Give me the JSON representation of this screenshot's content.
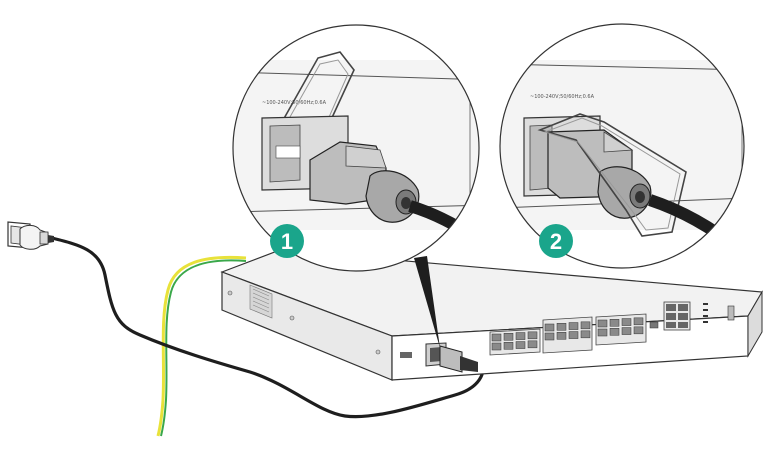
{
  "steps": [
    {
      "number": "1"
    },
    {
      "number": "2"
    }
  ],
  "callouts": {
    "left_rating_label": "~100-240V;50/60Hz;0.6A",
    "right_rating_label": "~100-240V;50/60Hz;0.6A"
  },
  "colors": {
    "badge": "#1aa58b",
    "ground_wire_yellow": "#e8e23a",
    "ground_wire_green": "#3aa84a",
    "cable": "#1e1e1e",
    "device_body": "#f2f2f2",
    "outline": "#333333"
  },
  "icons": {
    "power-outlet": "wall socket",
    "power-plug": "AC plug",
    "retainer-clip": "wire bail clip"
  }
}
